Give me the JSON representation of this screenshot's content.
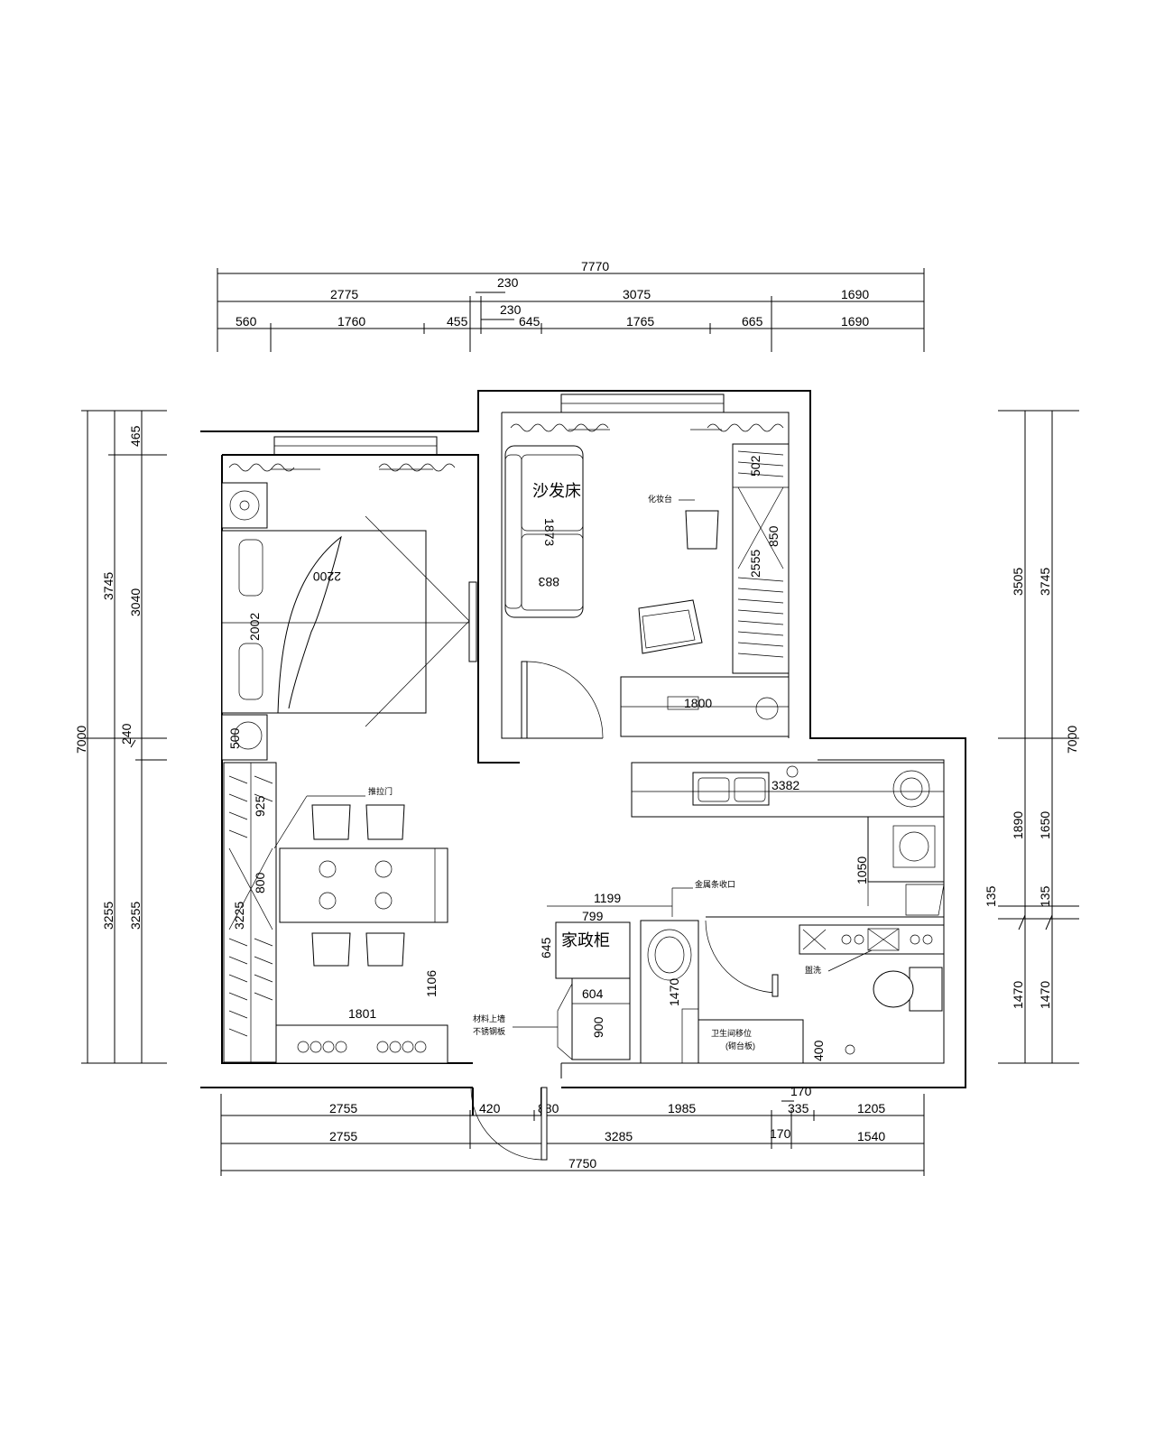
{
  "dimensions": {
    "top_total": "7770",
    "top_mid": [
      "2775",
      "3075",
      "1690"
    ],
    "top_230a": "230",
    "top_230b": "230",
    "top_detail": [
      "560",
      "1760",
      "455",
      "645",
      "1765",
      "665",
      "1690"
    ],
    "left_outer": [
      "3745",
      "7000",
      "3255"
    ],
    "left_inner": [
      "465",
      "3040",
      "240",
      "3255"
    ],
    "right_inner": [
      "3505",
      "1890",
      "135",
      "1470"
    ],
    "right_outer": [
      "3745",
      "7000",
      "1650",
      "135",
      "1470"
    ],
    "bottom_detail": [
      "2755",
      "420",
      "880",
      "1985",
      "335",
      "1205"
    ],
    "bottom_170a": "170",
    "bottom_mid": [
      "2755",
      "3285",
      "170",
      "1540"
    ],
    "bottom_total": "7750",
    "interior": {
      "bed_2200": "2200",
      "bed_2002": "2002",
      "nightstand_500": "500",
      "sofa_1873": "1873",
      "sofa_883": "883",
      "wardrobe_502": "502",
      "wardrobe_850": "850",
      "wardrobe_2555": "2555",
      "desk_1800": "1800",
      "counter_3382": "3382",
      "kitchen_1050": "1050",
      "dining_925": "925",
      "dining_800": "800",
      "dining_3225": "3225",
      "dining_1106": "1106",
      "bench_1801": "1801",
      "cab_1199": "1199",
      "cab_799": "799",
      "cab_645": "645",
      "cab_604": "604",
      "cab_900": "900",
      "bath_1470": "1470",
      "bath_400": "400"
    }
  },
  "labels": {
    "sofa_bed": "沙发床",
    "vanity": "化妆台",
    "housekeeping_cabinet": "家政柜",
    "sliding_door": "推拉门",
    "metal_strip": "金属条收口",
    "bath_label": "盥洗",
    "bath_note_1": "卫生间移位",
    "bath_note_2": "(砌台板)",
    "entry_note_1": "材料上墙",
    "entry_note_2": "不锈钢板"
  }
}
